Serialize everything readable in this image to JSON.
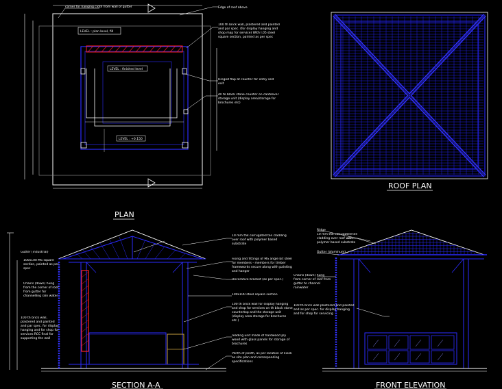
{
  "titles": {
    "plan": "PLAN",
    "roof_plan": "ROOF PLAN",
    "section": "SECTION  A-A",
    "front_elevation": "FRONT ELEVATION"
  },
  "plan_notes": [
    "corner for hanging cloth from wall of gutter",
    "Edge of roof above",
    "100 th brick wall, plastered and painted and par spec. (for display hanging and shop map for service) With I.05 steel square section, painted as per spec",
    "Hinged flap at counter for entry and exit",
    "All to black stone counter on cantilever storage unit (display area/storage for brochures etc)"
  ],
  "plan_level_labels": [
    "LEVEL : plan level, fill",
    "LEVEL : finished level",
    "LEVEL : +0.150"
  ],
  "section_notes_right": [
    "10 mm thk corrugated tile cladding over roof with polymer based substrate",
    "Fixing and fittings of MS angle bit steel for members - members for timber frameworks secure along with painting and hanger",
    "Decorative bracket (as per spec.)",
    "100x100 steel square section",
    "100 th brick wall for display hanging and shop for services on th black stone countertop and the storage unit (display area storage for brochures etc.)",
    "reading unit made of hardwood ply wood with glass panels for storage of brochures",
    "Plinth of plinth, as per location of kiosk as site plan and corresponding specifications"
  ],
  "section_notes_left": [
    "Gutter (industrial)",
    "100x100 MS square section, painted as per spec",
    "Chains (down) hung from the corner of roof from gutter for channelling rain water",
    "100 th brick wall, plastered and painted and par spec. for display hanging and for shop for services RCC final for supporting the wall"
  ],
  "elevation_notes": [
    "Ridge",
    "10 mm thk corrugated tile cladding over roof with polymer based substrate",
    "Gutter (aluminum)",
    "Chains (down) hung from corner of roof from gutter to channel rainwater",
    "100 th brick wall plastered and painted and as per spec. for display hanging and for shop for servicing"
  ],
  "colors": {
    "background": "#000000",
    "structure": "#2b2bff",
    "line": "#ffffff",
    "wall_hatch": "#ff2020",
    "wood": "#c8a040"
  }
}
